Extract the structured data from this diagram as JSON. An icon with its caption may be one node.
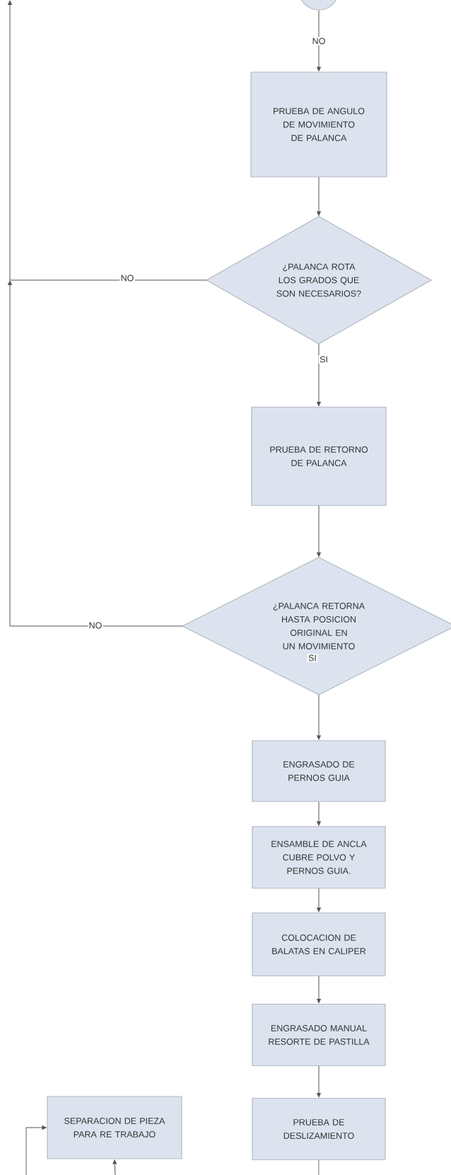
{
  "diagram": {
    "nodes": [
      {
        "text": [],
        "shape": "circle"
      },
      {
        "text": [
          "PRUEBA DE ANGULO DE MOVIMIENTO DE PALANCA"
        ]
      },
      {
        "text": [
          "¿PALANCA ROTA LOS GRADOS QUE SON NECESARIOS?"
        ]
      },
      {
        "text": [
          "PRUEBA DE RETORNO DE PALANCA"
        ]
      },
      {
        "text": [
          "¿PALANCA RETORNA HASTA POSICION ORIGINAL EN UN MOVIMIENTO"
        ]
      },
      {
        "text": [
          "ENGRASADO DE PERNOS GUIA"
        ]
      },
      {
        "text": [
          "ENSAMBLE DE ANCLA CUBRE POLVO Y PERNOS GUIA."
        ]
      },
      {
        "text": [
          "COLOCACION DE BALATAS EN CALIPER"
        ]
      },
      {
        "text": [
          "ENGRASADO MANUAL RESORTE DE PASTILLA"
        ]
      },
      {
        "text": [
          "PRUEBA DE DESLIZAMIENTO"
        ]
      },
      {
        "text": [
          "SEPARACION DE PIEZA PARA RE TRABAJO"
        ]
      }
    ],
    "edges": [
      {
        "from": 0,
        "to": 1,
        "arrow": "to",
        "label": "NO"
      },
      {
        "from": 1,
        "to": 2,
        "arrow": "to"
      },
      {
        "from": 2,
        "to": null,
        "arrow": "to",
        "label": "NO"
      },
      {
        "from": 2,
        "to": 3,
        "arrow": "to",
        "label": "SI"
      },
      {
        "from": 3,
        "to": 4,
        "arrow": "to"
      },
      {
        "from": 4,
        "to": null,
        "arrow": "to",
        "label": "NO"
      },
      {
        "from": 4,
        "to": 5,
        "arrow": "to",
        "label": "SI"
      },
      {
        "from": 5,
        "to": 6,
        "arrow": "to"
      },
      {
        "from": 6,
        "to": 7,
        "arrow": "to"
      },
      {
        "from": 7,
        "to": 8,
        "arrow": "to"
      },
      {
        "from": 8,
        "to": 9,
        "arrow": "to"
      },
      {
        "from": 9,
        "to": null,
        "arrow": "none"
      },
      {
        "from": null,
        "to": 10,
        "arrow": "to"
      },
      {
        "from": null,
        "to": 10,
        "arrow": "to"
      }
    ]
  }
}
